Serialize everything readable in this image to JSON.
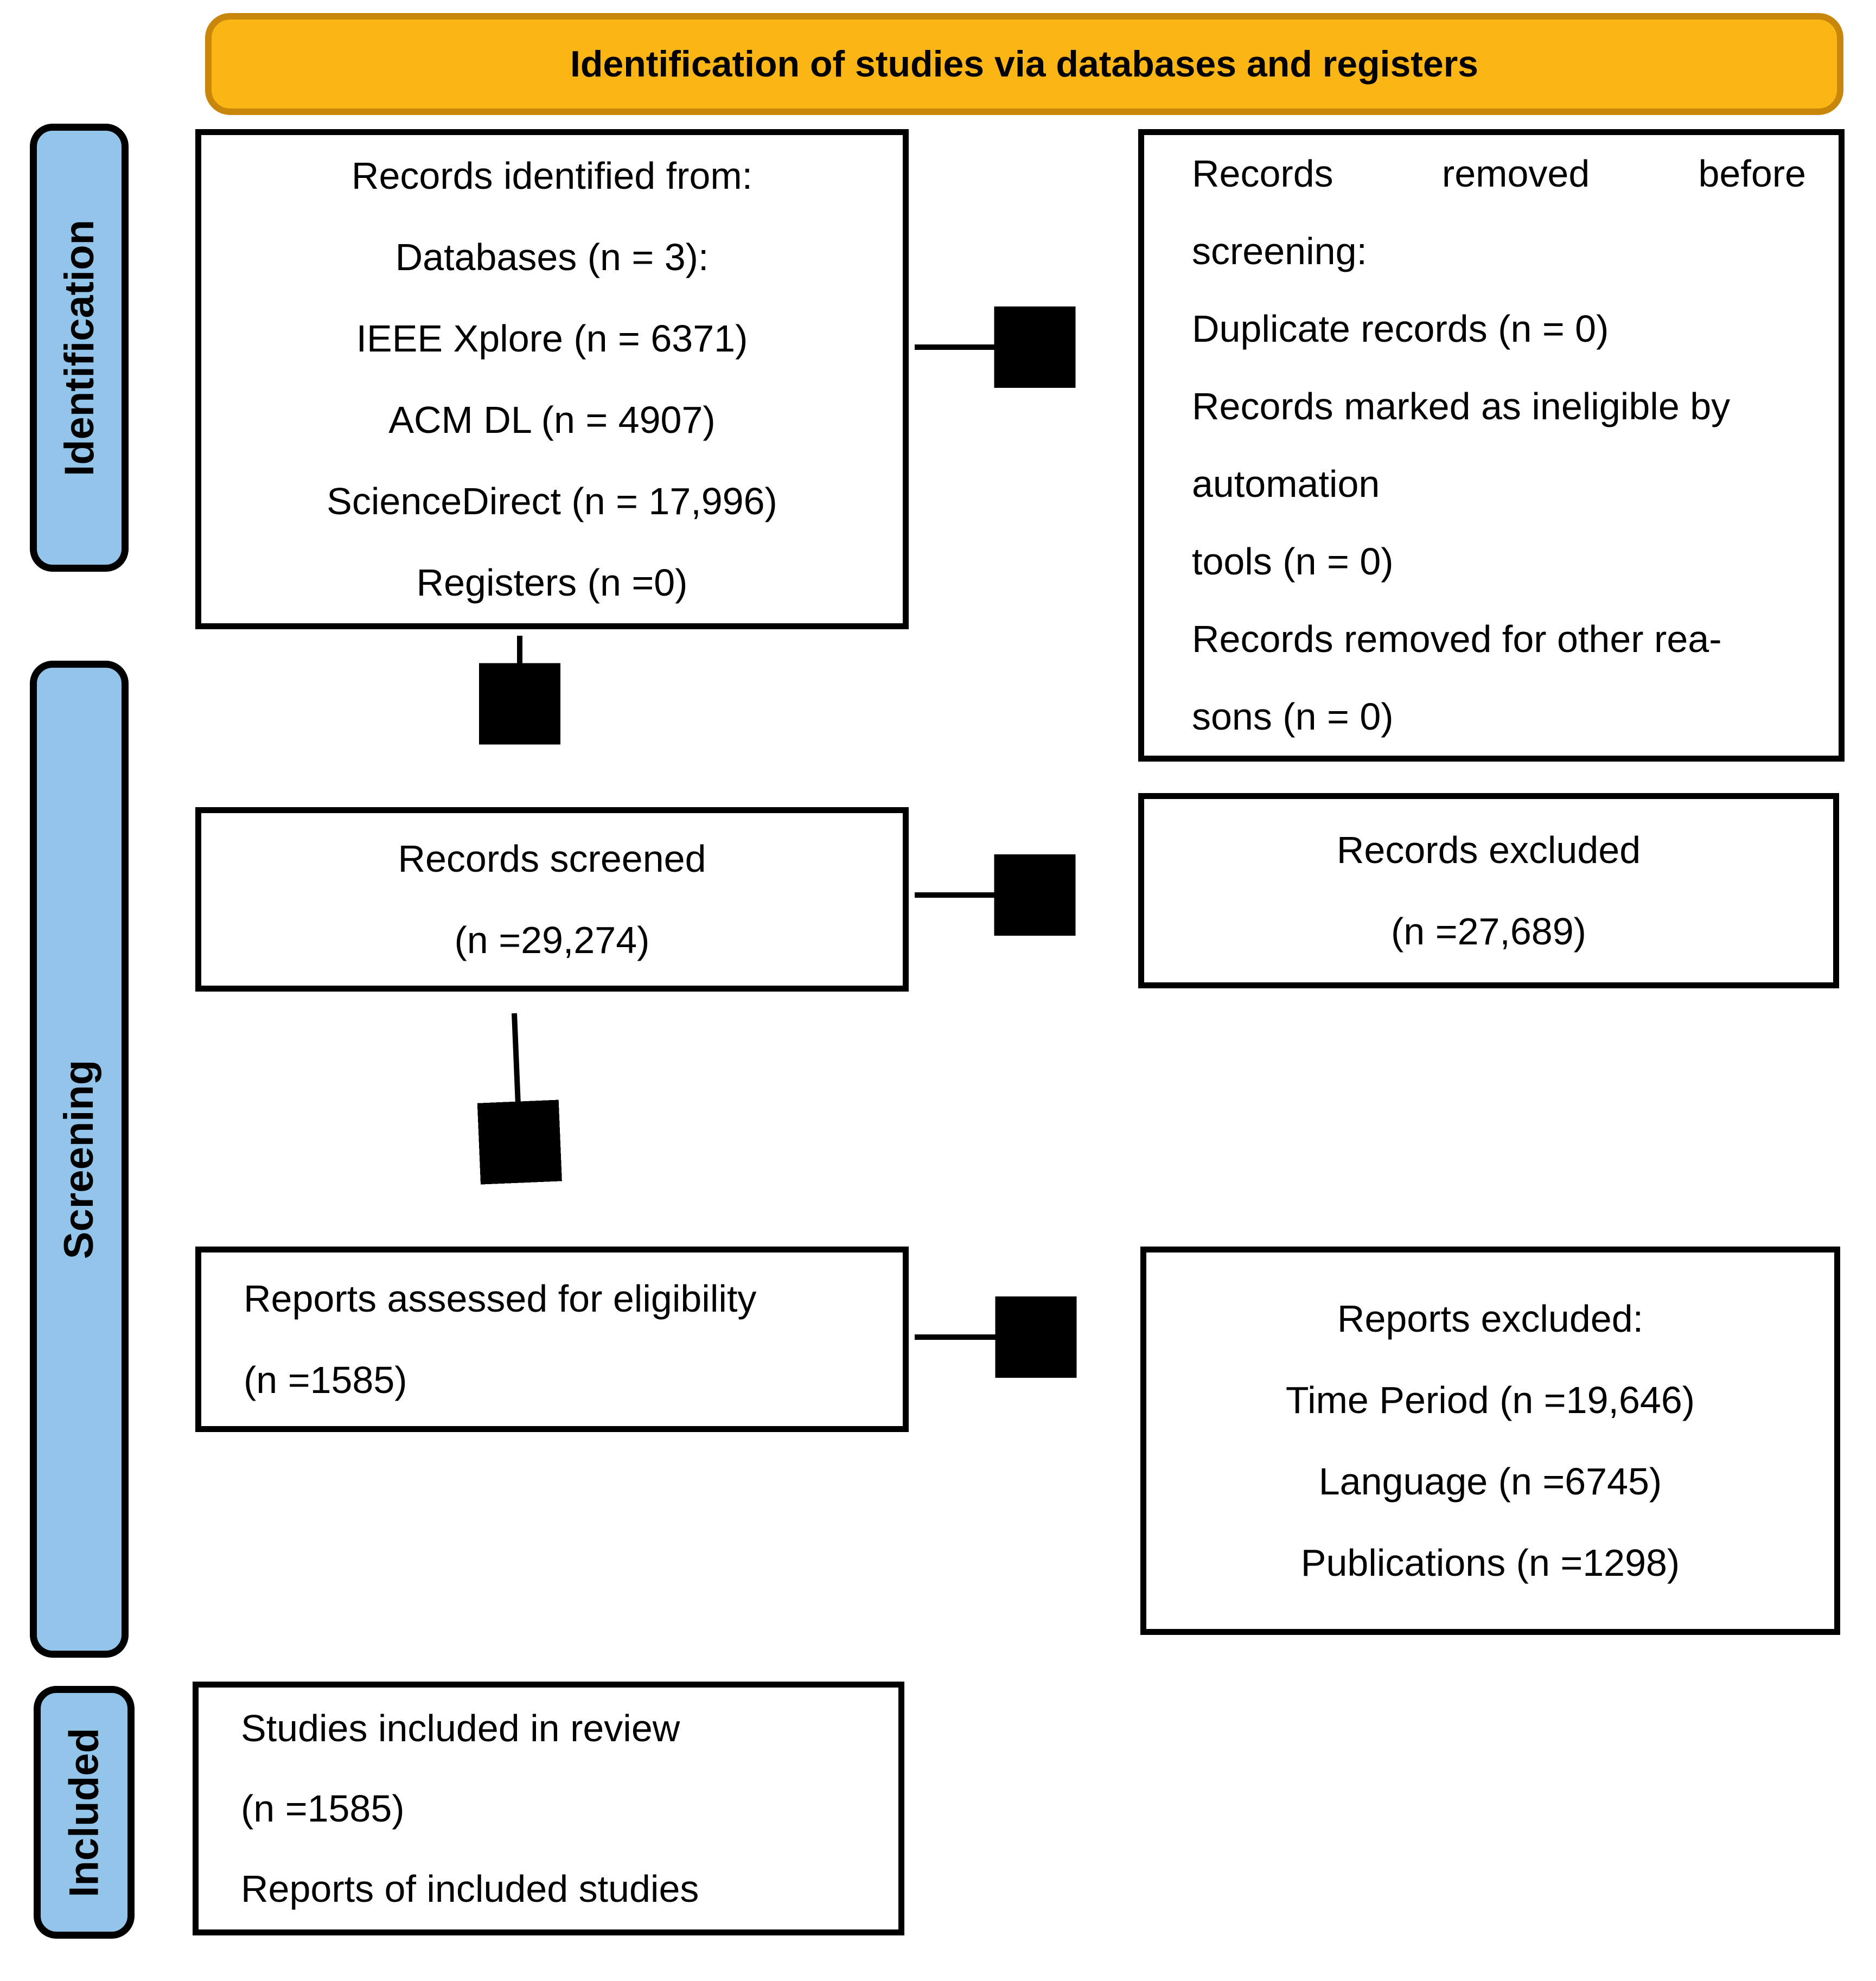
{
  "banner": {
    "title": "Identification of studies via databases and registers"
  },
  "stages": [
    {
      "id": "identification",
      "label": "Identification"
    },
    {
      "id": "screening",
      "label": "Screening"
    },
    {
      "id": "included",
      "label": "Included"
    }
  ],
  "boxes": {
    "records_identified": {
      "lines": [
        "Records identified from:",
        "Databases (n = 3):",
        "IEEE Xplore (n = 6371)",
        "ACM DL (n = 4907)",
        "ScienceDirect (n = 17,996)",
        "Registers (n =0)"
      ]
    },
    "records_removed": {
      "lines": [
        "Records removed before",
        "screening:",
        "Duplicate records (n = 0)",
        "Records marked as ineligible by",
        "automation",
        "tools (n = 0)",
        "Records removed for other rea-",
        "sons (n = 0)"
      ]
    },
    "records_screened": {
      "lines": [
        "Records screened",
        "(n =29,274)"
      ]
    },
    "records_excluded": {
      "lines": [
        "Records excluded",
        "(n =27,689)"
      ]
    },
    "reports_assessed": {
      "lines": [
        "Reports assessed for eligibility",
        "(n =1585)"
      ]
    },
    "reports_excluded": {
      "lines": [
        "Reports excluded:",
        "Time Period (n =19,646)",
        "Language (n =6745)",
        "Publications (n =1298)"
      ]
    },
    "studies_included": {
      "lines": [
        "Studies included in review",
        "(n =1585)",
        "Reports of included studies"
      ]
    }
  },
  "connections": [
    {
      "from": "records_identified",
      "to": "records_removed",
      "direction": "right"
    },
    {
      "from": "records_identified",
      "to": "records_screened",
      "direction": "down"
    },
    {
      "from": "records_screened",
      "to": "records_excluded",
      "direction": "right"
    },
    {
      "from": "records_screened",
      "to": "reports_assessed",
      "direction": "down"
    },
    {
      "from": "reports_assessed",
      "to": "reports_excluded",
      "direction": "right"
    }
  ],
  "colors": {
    "banner_fill": "#FBB515",
    "banner_border": "#C8860B",
    "stage_fill": "#92C5E9",
    "box_border": "#000000",
    "arrow": "#000000",
    "text": "#000000",
    "background": "#FFFFFF"
  }
}
